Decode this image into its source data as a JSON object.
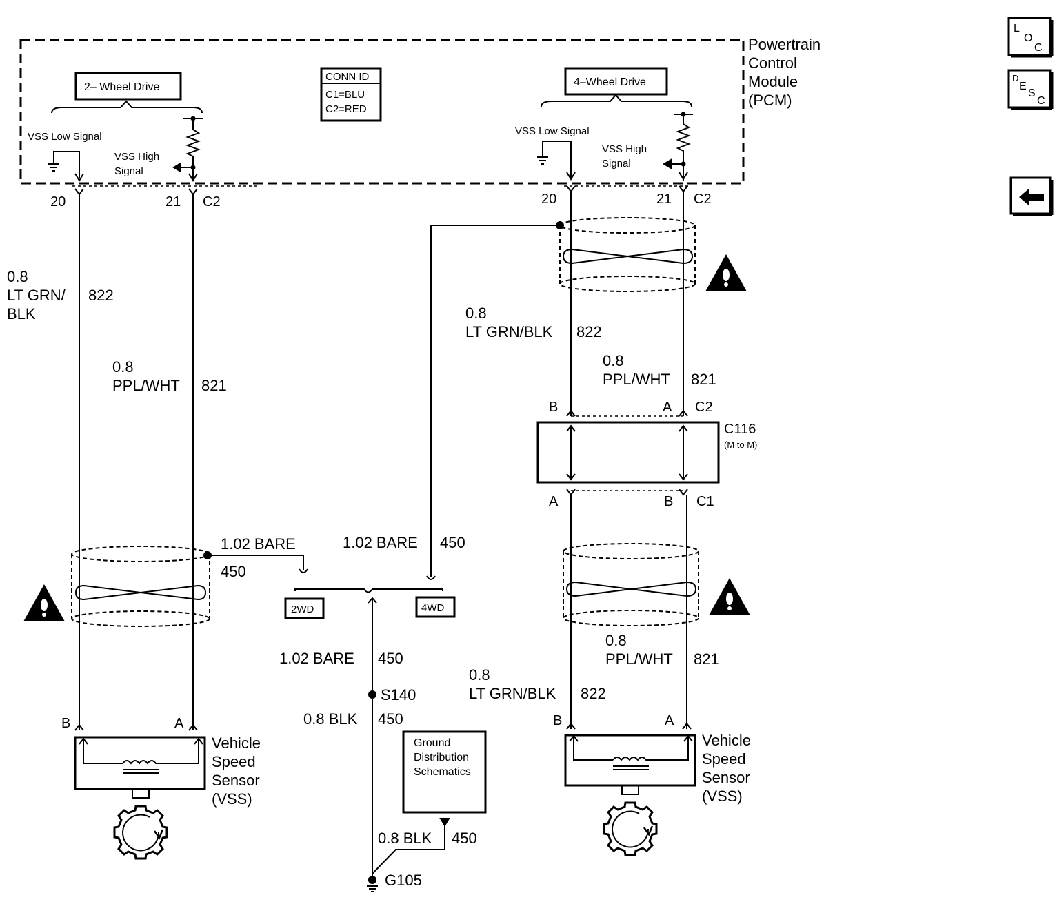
{
  "pcm": {
    "line1": "Powertrain",
    "line2": "Control",
    "line3": "Module",
    "line4": "(PCM)"
  },
  "conn_id": {
    "title": "CONN ID",
    "c1": "C1=BLU",
    "c2": "C2=RED"
  },
  "left": {
    "drive_label": "2– Wheel Drive",
    "vss_low": "VSS Low Signal",
    "vss_high_1": "VSS High",
    "vss_high_2": "Signal",
    "pin_low": "20",
    "pin_high": "21",
    "conn": "C2",
    "wire1_size": "0.8",
    "wire1_color_1": "LT GRN/",
    "wire1_color_2": "BLK",
    "wire1_circuit": "822",
    "wire2_size": "0.8",
    "wire2_color": "PPL/WHT",
    "wire2_circuit": "821",
    "drain_wire": "1.02 BARE",
    "drain_circuit": "450",
    "sensor_pin_b": "B",
    "sensor_pin_a": "A",
    "sensor_1": "Vehicle",
    "sensor_2": "Speed",
    "sensor_3": "Sensor",
    "sensor_4": "(VSS)"
  },
  "right": {
    "drive_label": "4–Wheel Drive",
    "vss_low": "VSS Low Signal",
    "vss_high_1": "VSS High",
    "vss_high_2": "Signal",
    "pin_low": "20",
    "pin_high": "21",
    "conn": "C2",
    "wire1_size": "0.8",
    "wire1_color": "LT GRN/BLK",
    "wire1_circuit": "822",
    "wire2_size": "0.8",
    "wire2_color": "PPL/WHT",
    "wire2_circuit": "821",
    "c116_top_b": "B",
    "c116_top_a": "A",
    "c116_top_conn": "C2",
    "c116": "C116",
    "c116_sub": "(M to M)",
    "c116_bot_a": "A",
    "c116_bot_b": "B",
    "c116_bot_conn": "C1",
    "wire3_size": "0.8",
    "wire3_color": "PPL/WHT",
    "wire3_circuit": "821",
    "wire4_size": "0.8",
    "wire4_color": "LT GRN/BLK",
    "wire4_circuit": "822",
    "sensor_pin_b": "B",
    "sensor_pin_a": "A",
    "sensor_1": "Vehicle",
    "sensor_2": "Speed",
    "sensor_3": "Sensor",
    "sensor_4": "(VSS)"
  },
  "ground": {
    "drain_4wd": "1.02 BARE",
    "drain_4wd_circuit": "450",
    "opt_2wd": "2WD",
    "opt_4wd": "4WD",
    "bare_wire": "1.02 BARE",
    "bare_circuit": "450",
    "splice": "S140",
    "blk_wire": "0.8 BLK",
    "blk_circuit": "450",
    "ref_1": "Ground",
    "ref_2": "Distribution",
    "ref_3": "Schematics",
    "blk_wire_2": "0.8 BLK",
    "blk_circuit_2": "450",
    "g105": "G105"
  },
  "nav": {
    "loc_l": "L",
    "loc_o": "O",
    "loc_c": "C",
    "desc_d": "D",
    "desc_e": "E",
    "desc_s": "S",
    "desc_c": "C",
    "back_icon": "left-arrow-icon"
  }
}
